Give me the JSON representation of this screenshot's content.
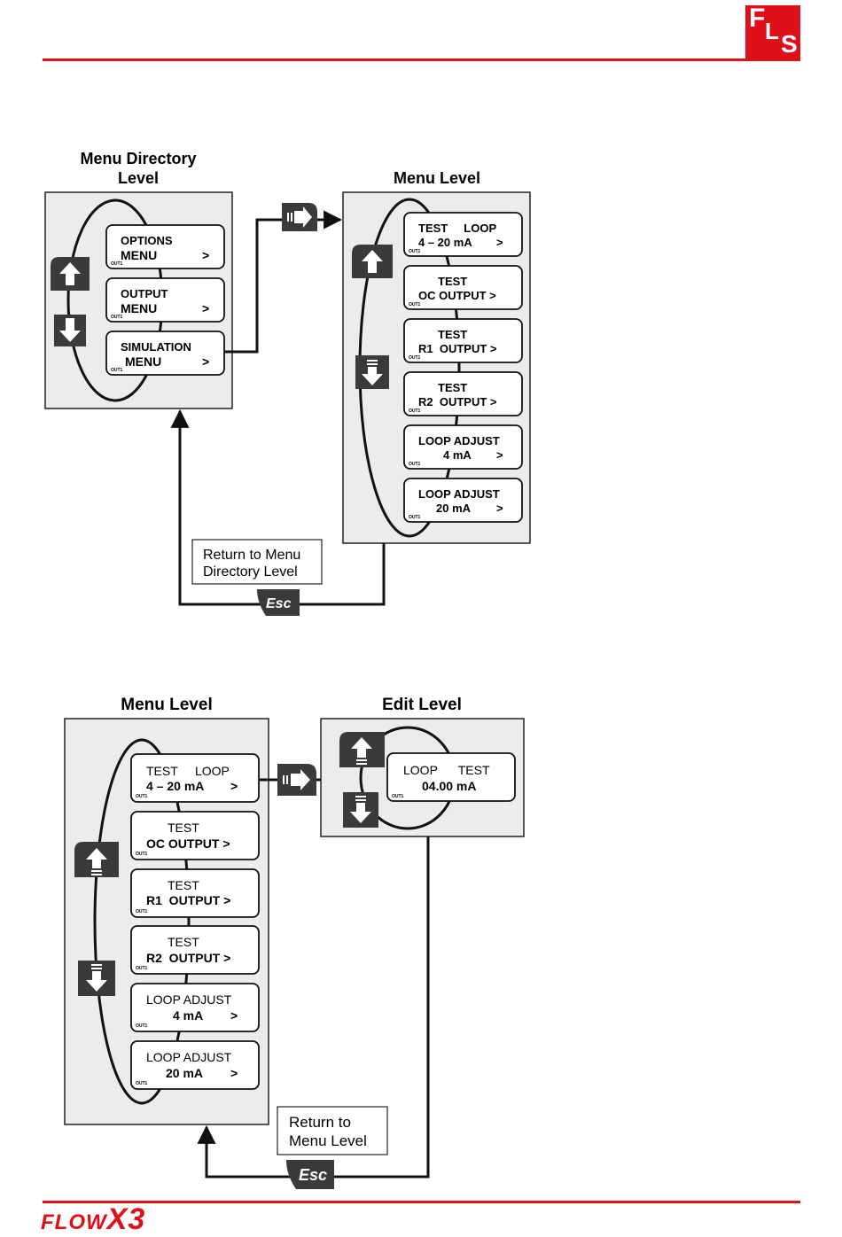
{
  "header": {
    "logo_letters": [
      "F",
      "L",
      "S"
    ]
  },
  "footer": {
    "brand_prefix": "FLOW",
    "brand_suffix": "X3"
  },
  "diagram1": {
    "left_title_line1": "Menu Directory",
    "left_title_line2": "Level",
    "right_title": "Menu Level",
    "menu_directory_items": [
      {
        "line1": "OPTIONS",
        "line2": "MENU",
        "arrow": ">"
      },
      {
        "line1": "OUTPUT",
        "line2": "MENU",
        "arrow": ">"
      },
      {
        "line1": "SIMULATION",
        "line2": "MENU",
        "arrow": ">"
      }
    ],
    "menu_level_items": [
      {
        "line1": "TEST     LOOP",
        "line2": "4 – 20 mA",
        "arrow": ">"
      },
      {
        "line1": "TEST",
        "line2": "OC OUTPUT >",
        "arrow": ""
      },
      {
        "line1": "TEST",
        "line2": "R1  OUTPUT >",
        "arrow": ""
      },
      {
        "line1": "TEST",
        "line2": "R2  OUTPUT >",
        "arrow": ""
      },
      {
        "line1": "LOOP ADJUST",
        "line2": "4 mA",
        "arrow": ">"
      },
      {
        "line1": "LOOP ADJUST",
        "line2": "20 mA",
        "arrow": ">"
      }
    ],
    "return_label_line1": "Return to Menu",
    "return_label_line2": "Directory Level",
    "esc_label": "Esc",
    "out_tag": "OUT1"
  },
  "diagram2": {
    "left_title": "Menu Level",
    "right_title": "Edit Level",
    "menu_level_items": [
      {
        "line1": "TEST     LOOP",
        "line2": "4 – 20 mA",
        "arrow": ">"
      },
      {
        "line1": "TEST",
        "line2": "OC OUTPUT >",
        "arrow": ""
      },
      {
        "line1": "TEST",
        "line2": "R1  OUTPUT >",
        "arrow": ""
      },
      {
        "line1": "TEST",
        "line2": "R2  OUTPUT >",
        "arrow": ""
      },
      {
        "line1": "LOOP ADJUST",
        "line2": "4 mA",
        "arrow": ">"
      },
      {
        "line1": "LOOP ADJUST",
        "line2": "20 mA",
        "arrow": ">"
      }
    ],
    "edit_item": {
      "line1": "LOOP      TEST",
      "line2": "04.00 mA"
    },
    "return_label_line1": "Return to",
    "return_label_line2": "Menu Level",
    "esc_label": "Esc",
    "out_tag": "OUT1"
  }
}
